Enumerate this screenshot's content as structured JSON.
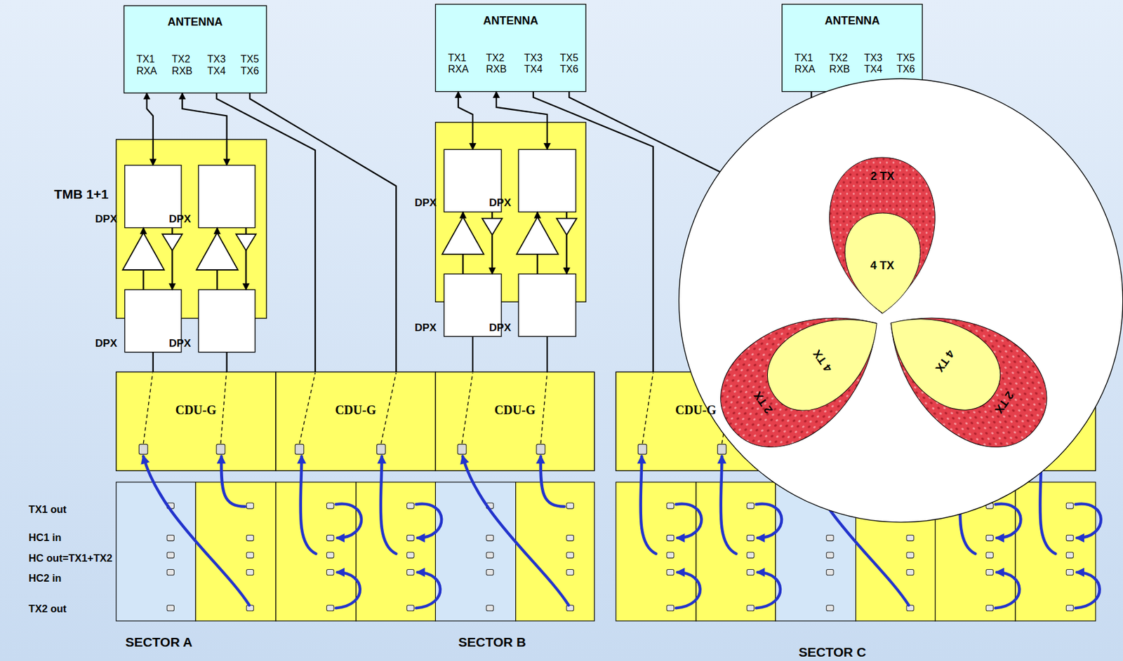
{
  "diagram": {
    "nodes": [
      {
        "text": [
          "ANTENNA",
          "TX1 RXA",
          "TX2 RXB",
          "TX3 TX4",
          "TX5 TX6"
        ]
      },
      {
        "text": [
          "ANTENNA",
          "TX1 RXA",
          "TX2 RXB",
          "TX3 TX4",
          "TX5 TX6"
        ]
      },
      {
        "text": [
          "ANTENNA",
          "TX1 RXA",
          "TX2 RXB",
          "TX3 TX4",
          "TX5 TX6"
        ]
      },
      {
        "text": [
          "TMB 1+1"
        ]
      },
      {
        "text": [
          "DPX"
        ],
        "in": 3
      },
      {
        "text": [
          "DPX"
        ],
        "in": 3
      },
      {
        "text": [
          "DPX"
        ],
        "in": 3
      },
      {
        "text": [
          "DPX"
        ],
        "in": 3
      },
      {
        "text": []
      },
      {
        "text": [
          "DPX"
        ],
        "in": 8
      },
      {
        "text": [
          "DPX"
        ],
        "in": 8
      },
      {
        "text": [
          "DPX"
        ],
        "in": 8
      },
      {
        "text": [
          "DPX"
        ],
        "in": 8
      },
      {
        "text": [
          "CDU-G"
        ]
      },
      {
        "text": [
          "CDU-G"
        ]
      },
      {
        "text": [
          "CDU-G"
        ]
      },
      {
        "text": [
          "CDU-G"
        ]
      },
      {
        "text": [
          "2 TX"
        ]
      },
      {
        "text": [
          "4 TX"
        ],
        "in": 17
      },
      {
        "text": [
          "2 TX"
        ]
      },
      {
        "text": [
          "4 TX"
        ],
        "in": 19
      },
      {
        "text": [
          "2 TX"
        ]
      },
      {
        "text": [
          "4 TX"
        ],
        "in": 21
      }
    ],
    "edges": [
      {
        "from": 0,
        "to": 4,
        "arrow": "both"
      },
      {
        "from": 0,
        "to": 5,
        "arrow": "both"
      },
      {
        "from": 0,
        "to": 14,
        "arrow": "none"
      },
      {
        "from": 0,
        "to": 14,
        "arrow": "none"
      },
      {
        "from": 6,
        "to": 4,
        "arrow": "to"
      },
      {
        "from": 4,
        "to": 6,
        "arrow": "to"
      },
      {
        "from": 7,
        "to": 5,
        "arrow": "to"
      },
      {
        "from": 5,
        "to": 7,
        "arrow": "to"
      },
      {
        "from": 6,
        "to": 13,
        "arrow": "none"
      },
      {
        "from": 7,
        "to": 13,
        "arrow": "none"
      },
      {
        "from": 1,
        "to": 9,
        "arrow": "both"
      },
      {
        "from": 1,
        "to": 10,
        "arrow": "both"
      },
      {
        "from": 1,
        "to": 16,
        "arrow": "none"
      },
      {
        "from": 1,
        "to": 16,
        "arrow": "none"
      },
      {
        "from": 11,
        "to": 9,
        "arrow": "to"
      },
      {
        "from": 9,
        "to": 11,
        "arrow": "to"
      },
      {
        "from": 12,
        "to": 10,
        "arrow": "to"
      },
      {
        "from": 10,
        "to": 12,
        "arrow": "to"
      },
      {
        "from": 11,
        "to": 15,
        "arrow": "none"
      },
      {
        "from": 12,
        "to": 15,
        "arrow": "none"
      }
    ],
    "labels": [
      "TX1 out",
      "HC1 in",
      "HC out=TX1+TX2",
      "HC2 in",
      "TX2 out",
      "SECTOR A",
      "SECTOR B",
      "SECTOR C"
    ]
  }
}
